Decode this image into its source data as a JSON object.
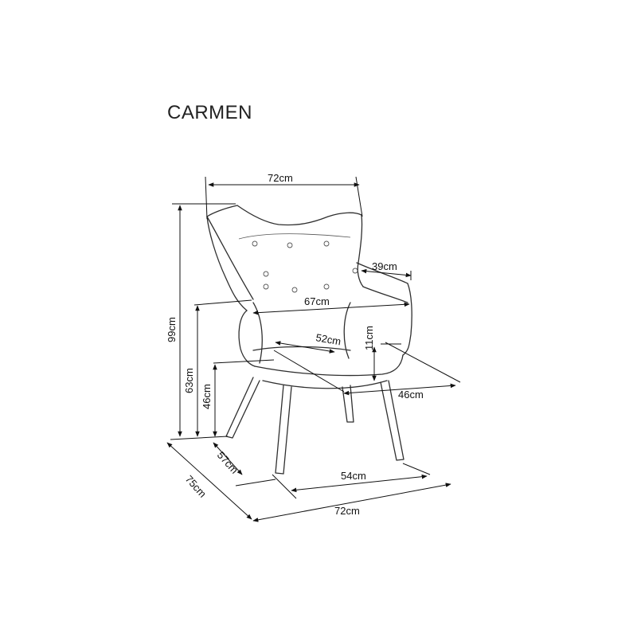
{
  "title": "CARMEN",
  "dimensions": {
    "width_top": "72cm",
    "armrest_depth": "39cm",
    "inner_width": "67cm",
    "seat_width": "52cm",
    "armrest_height_above_seat": "11cm",
    "seat_depth": "46cm",
    "total_height": "99cm",
    "armrest_height": "63cm",
    "seat_height": "46cm",
    "base_depth": "57cm",
    "base_width": "54cm",
    "overall_depth": "75cm",
    "overall_width": "72cm"
  }
}
